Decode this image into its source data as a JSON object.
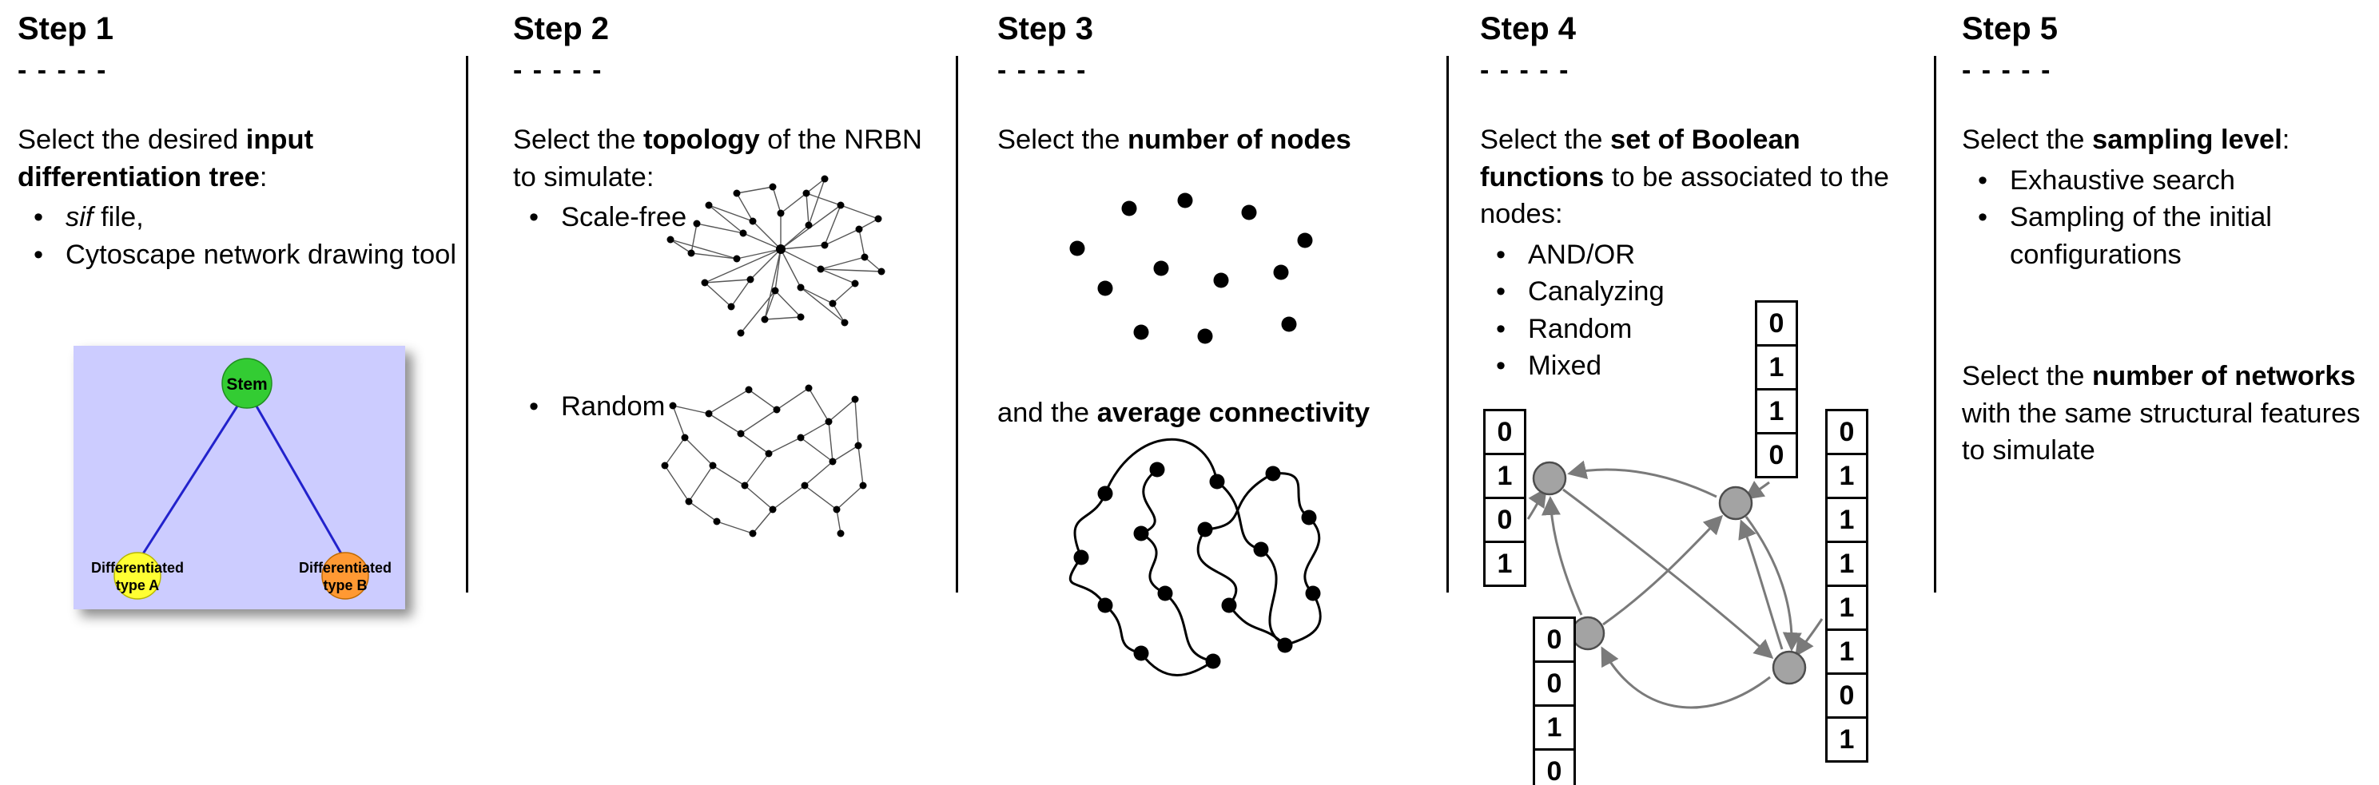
{
  "steps": [
    {
      "title": "Step 1",
      "dashes": "- - - - -",
      "intro": {
        "pre": "Select the desired ",
        "bold": "input differentiation tree",
        "post": ":"
      },
      "bullets": [
        {
          "italic": "sif",
          "text": " file,"
        },
        {
          "text": "Cytoscape network drawing tool"
        }
      ],
      "tree": {
        "root_label": "Stem",
        "left_label_line1": "Differentiated",
        "left_label_line2": "type A",
        "right_label_line1": "Differentiated",
        "right_label_line2": "type B",
        "colors": {
          "background": "#ccccff",
          "root": "#33cc33",
          "left": "#ffff33",
          "right": "#ff9933",
          "edge": "#2222cc"
        }
      }
    },
    {
      "title": "Step 2",
      "dashes": "- - - - -",
      "intro": {
        "pre": "Select the ",
        "bold": "topology",
        "post": " of the NRBN to simulate:"
      },
      "bullets": [
        {
          "text": "Scale-free"
        },
        {
          "text": "Random"
        }
      ]
    },
    {
      "title": "Step 3",
      "dashes": "- - - - -",
      "intro": {
        "pre": "Select the ",
        "bold": "number of nodes",
        "post": ""
      },
      "mid": {
        "pre": "and the ",
        "bold": "average connectivity",
        "post": ""
      }
    },
    {
      "title": "Step 4",
      "dashes": "- - - - -",
      "intro": {
        "pre": "Select the ",
        "bold": "set of Boolean functions",
        "post": " to be associated to the nodes:"
      },
      "bullets": [
        {
          "text": "AND/OR"
        },
        {
          "text": "Canalyzing"
        },
        {
          "text": "Random"
        },
        {
          "text": "Mixed"
        }
      ],
      "colors": {
        "node": "#a3a3a3"
      },
      "tables": {
        "left": [
          "0",
          "1",
          "0",
          "1"
        ],
        "top": [
          "0",
          "1",
          "1",
          "0"
        ],
        "bottom": [
          "0",
          "0",
          "1",
          "0"
        ],
        "right": [
          "0",
          "1",
          "1",
          "1",
          "1",
          "1",
          "0",
          "1"
        ]
      }
    },
    {
      "title": "Step 5",
      "dashes": "- - - - -",
      "intro": {
        "pre": "Select the ",
        "bold": "sampling level",
        "post": ":"
      },
      "bullets": [
        {
          "text": "Exhaustive search"
        },
        {
          "text": "Sampling of the initial configurations"
        }
      ],
      "second": {
        "pre": "Select the ",
        "bold": "number of networks",
        "post": " with the same structural features to simulate"
      }
    }
  ]
}
